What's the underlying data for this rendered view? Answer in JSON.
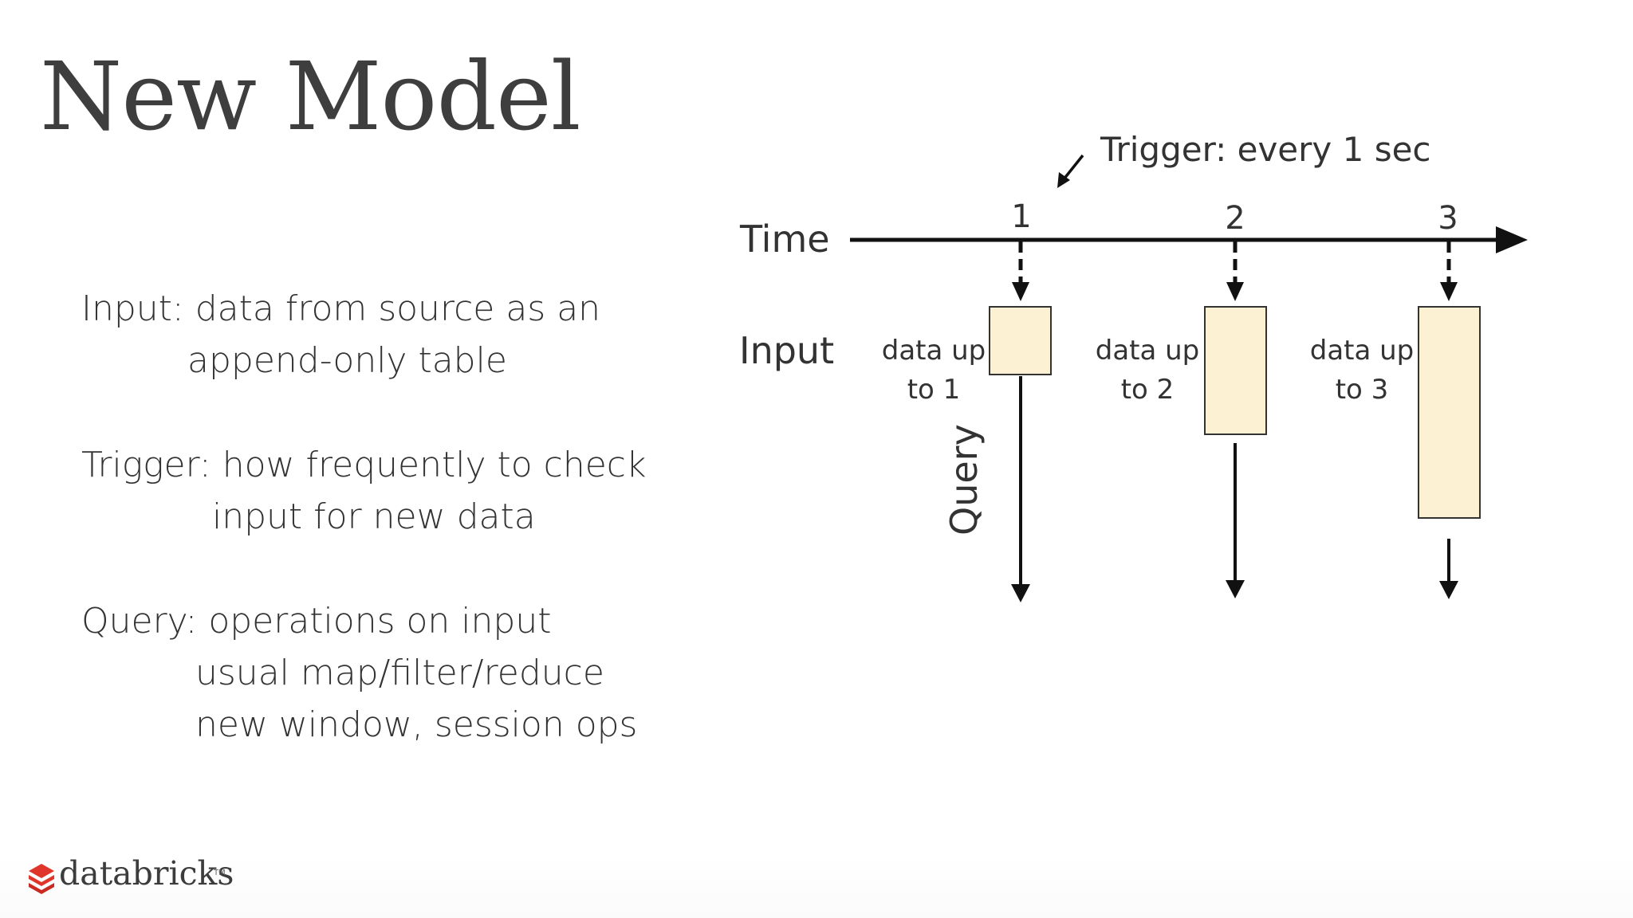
{
  "slide": {
    "title": "New Model",
    "bullets": [
      {
        "lines": [
          "Input: data from source as an",
          "append-only table"
        ]
      },
      {
        "lines": [
          "Trigger: how frequently to check",
          "input for new data"
        ]
      },
      {
        "lines": [
          "Query: operations on input",
          "usual map/filter/reduce",
          "new window, session ops"
        ]
      }
    ]
  },
  "diagram": {
    "trigger_label": "Trigger: every 1 sec",
    "time_label": "Time",
    "input_label": "Input",
    "query_label": "Query",
    "ticks": [
      "1",
      "2",
      "3"
    ],
    "boxes": [
      {
        "line1": "data up",
        "line2": "to 1"
      },
      {
        "line1": "data up",
        "line2": "to 2"
      },
      {
        "line1": "data up",
        "line2": "to 3"
      }
    ]
  },
  "colors": {
    "box_fill": "#fcf1d3",
    "box_stroke": "#333333",
    "line": "#111111",
    "logo_red": "#e0352b"
  },
  "footer": {
    "brand": "databricks",
    "trademark": "TM"
  }
}
